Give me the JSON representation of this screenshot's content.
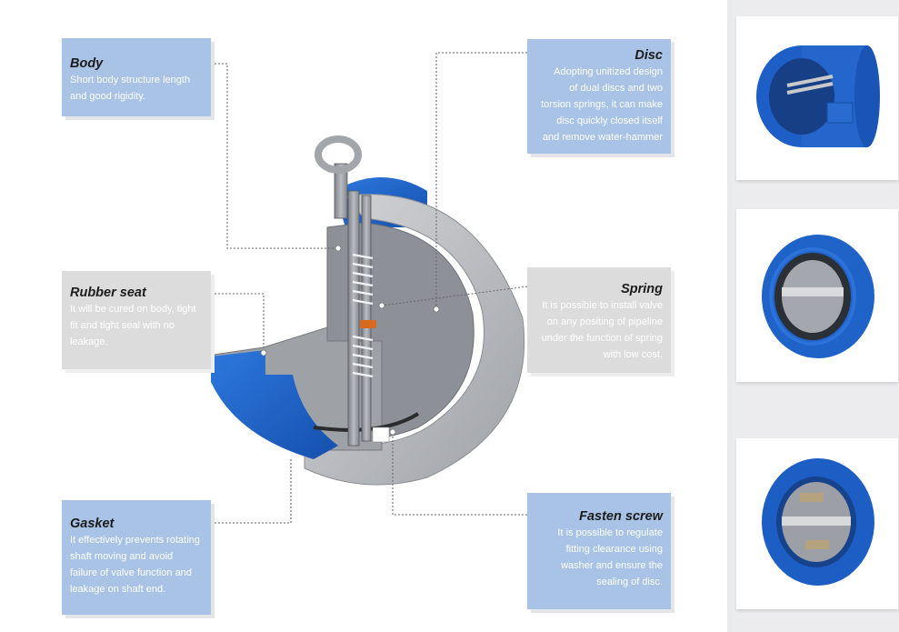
{
  "labels": {
    "body": {
      "title": "Body",
      "lines": [
        "Short body structure length",
        "and good rigidity."
      ]
    },
    "disc": {
      "title": "Disc",
      "lines": [
        "Adopting unitized design",
        "of dual discs and two",
        "torsion springs, it can make",
        "disc quickly closed itself",
        "and remove water-hammer"
      ]
    },
    "rubber_seat": {
      "title": "Rubber seat",
      "lines": [
        "It will be cured on body, tight",
        "fit and tight seal with no",
        "leakage."
      ]
    },
    "spring": {
      "title": "Spring",
      "lines": [
        "It is possible to install valve",
        "on any positing of pipeline",
        "under the function of spring",
        "with low cost."
      ]
    },
    "gasket": {
      "title": "Gasket",
      "lines": [
        "It effectively prevents rotating",
        "shaft moving and avoid",
        "failure of valve function and",
        "leakage on shaft end."
      ]
    },
    "fasten_screw": {
      "title": "Fasten screw",
      "lines": [
        "It is possible to regulate",
        "fitting clearance using",
        "washer and ensure the",
        "sealing of disc."
      ]
    }
  },
  "colors": {
    "valve_blue": "#1a5fc4",
    "steel": "#9da0a6",
    "label_blue": "#a8c3e6",
    "label_grey": "#dcdcdc"
  }
}
